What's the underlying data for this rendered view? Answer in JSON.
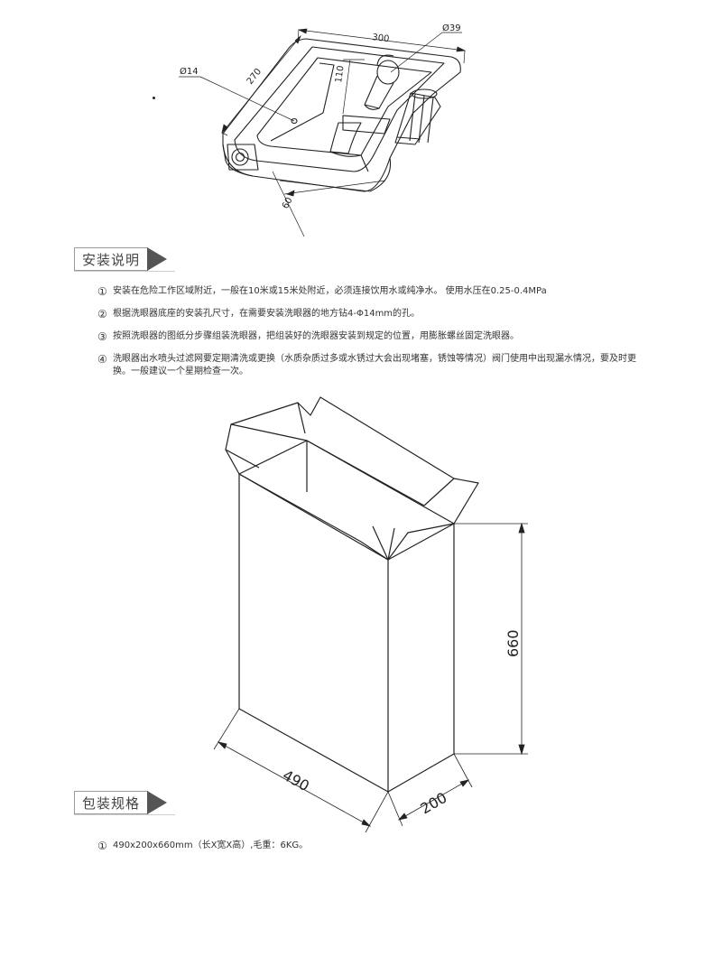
{
  "drawing_top": {
    "dim_width": "300",
    "dim_depth": "270",
    "dim_hole_large": "Ø39",
    "dim_hole_small": "Ø14",
    "dim_inner": "110",
    "dim_height": "60"
  },
  "install": {
    "title": "安装说明",
    "steps": [
      {
        "num": "①",
        "text": "安装在危险工作区域附近，一般在10米或15米处附近，必须连接饮用水或纯净水。 使用水压在0.25-0.4MPa"
      },
      {
        "num": "②",
        "text": "根据洗眼器底座的安装孔尺寸，在需要安装洗眼器的地方钻4-Φ14mm的孔。"
      },
      {
        "num": "③",
        "text": "按照洗眼器的图纸分步骤组装洗眼器，把组装好的洗眼器安装到规定的位置，用膨胀螺丝固定洗眼器。"
      },
      {
        "num": "④",
        "text": "洗眼器出水喷头过滤网要定期清洗或更换（水质杂质过多或水锈过大会出现堵塞，锈蚀等情况）阀门使用中出现漏水情况，要及时更换。一般建议一个星期检查一次。"
      }
    ]
  },
  "drawing_box": {
    "dim_height": "660",
    "dim_length": "490",
    "dim_width": "200"
  },
  "packaging": {
    "title": "包装规格",
    "num": "①",
    "text": "490x200x660mm（长X宽X高）,毛重：6KG。"
  },
  "colors": {
    "line": "#222222",
    "header_triangle": "#555555",
    "header_border": "#9a9a9a"
  }
}
